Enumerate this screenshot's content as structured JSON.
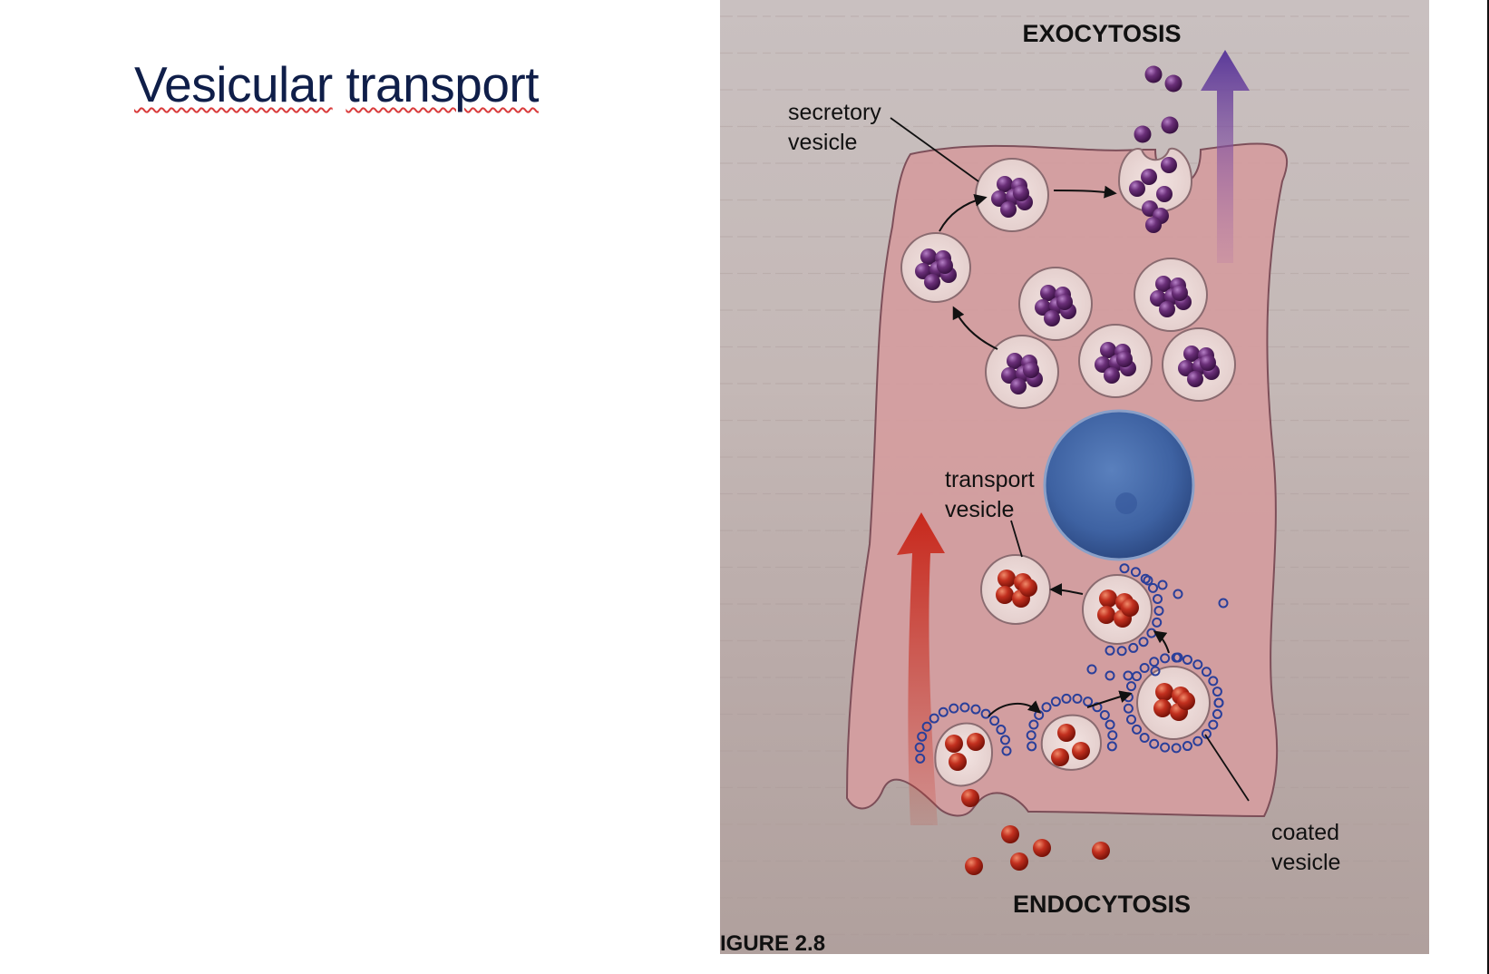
{
  "slide": {
    "title_word1": "Vesicular",
    "title_word2": "transport"
  },
  "figure": {
    "exocytosis_label": "EXOCYTOSIS",
    "endocytosis_label": "ENDOCYTOSIS",
    "secretory_line1": "secretory",
    "secretory_line2": "vesicle",
    "transport_line1": "transport",
    "transport_line2": "vesicle",
    "coated_line1": "coated",
    "coated_line2": "vesicle",
    "caption_fragment": "IGURE 2.8"
  },
  "colors": {
    "title": "#0f1e49",
    "cell": "#d49ea0",
    "nucleus": "#3e62a2",
    "secretory_granule": "#5e2a6a",
    "endocytic_particle": "#c2301f",
    "coat": "#2a3f9a"
  }
}
